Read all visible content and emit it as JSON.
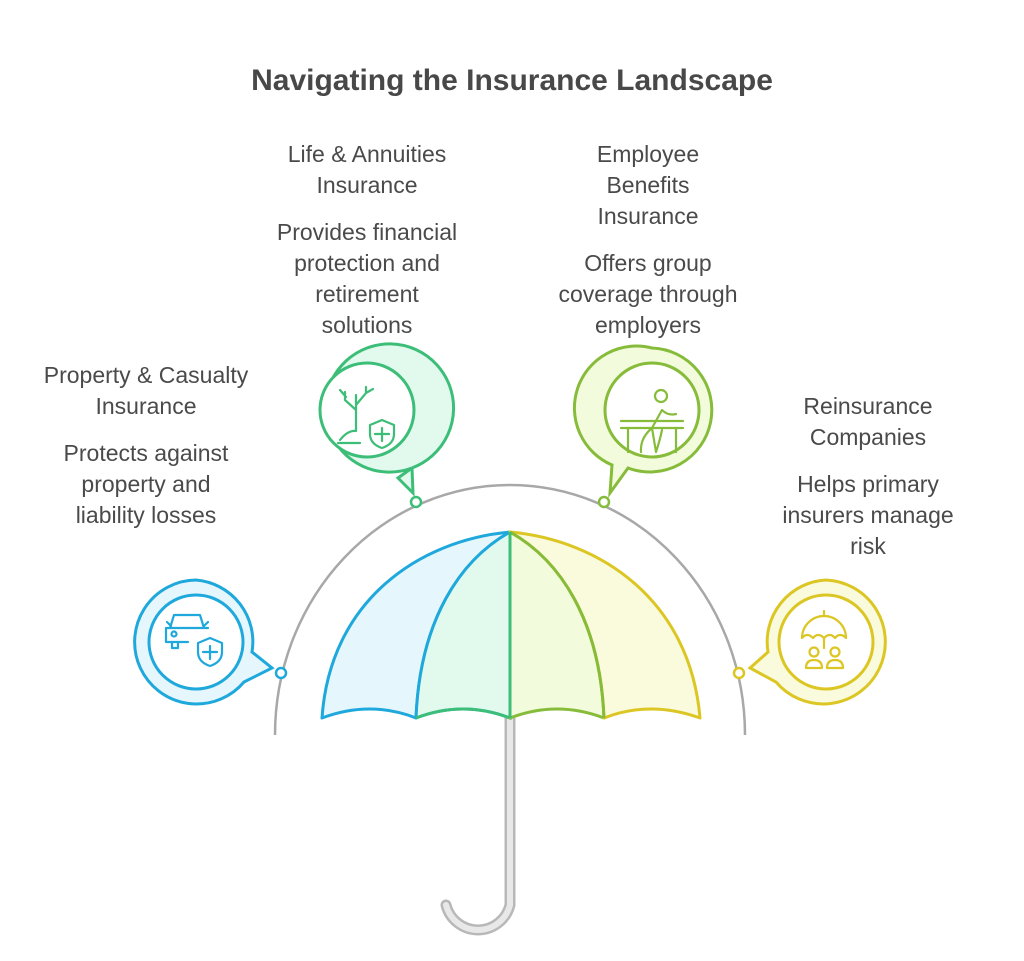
{
  "title": "Navigating the Insurance Landscape",
  "segments": [
    {
      "name": "Property & Casualty\nInsurance",
      "description": "Protects against\nproperty and\nliability losses",
      "icon": "car-shield-icon",
      "color": "#1FA8DC",
      "fill": "#E6F6FD"
    },
    {
      "name": "Life & Annuities\nInsurance",
      "description": "Provides financial\nprotection and\nretirement\nsolutions",
      "icon": "tree-shield-icon",
      "color": "#3DBE78",
      "fill": "#E2FAEE"
    },
    {
      "name": "Employee\nBenefits\nInsurance",
      "description": "Offers group\ncoverage through\nemployers",
      "icon": "person-desk-icon",
      "color": "#86BC3A",
      "fill": "#F2FBDB"
    },
    {
      "name": "Reinsurance\nCompanies",
      "description": "Helps primary\ninsurers manage\nrisk",
      "icon": "umbrella-people-icon",
      "color": "#DCC623",
      "fill": "#FAFADD"
    }
  ]
}
